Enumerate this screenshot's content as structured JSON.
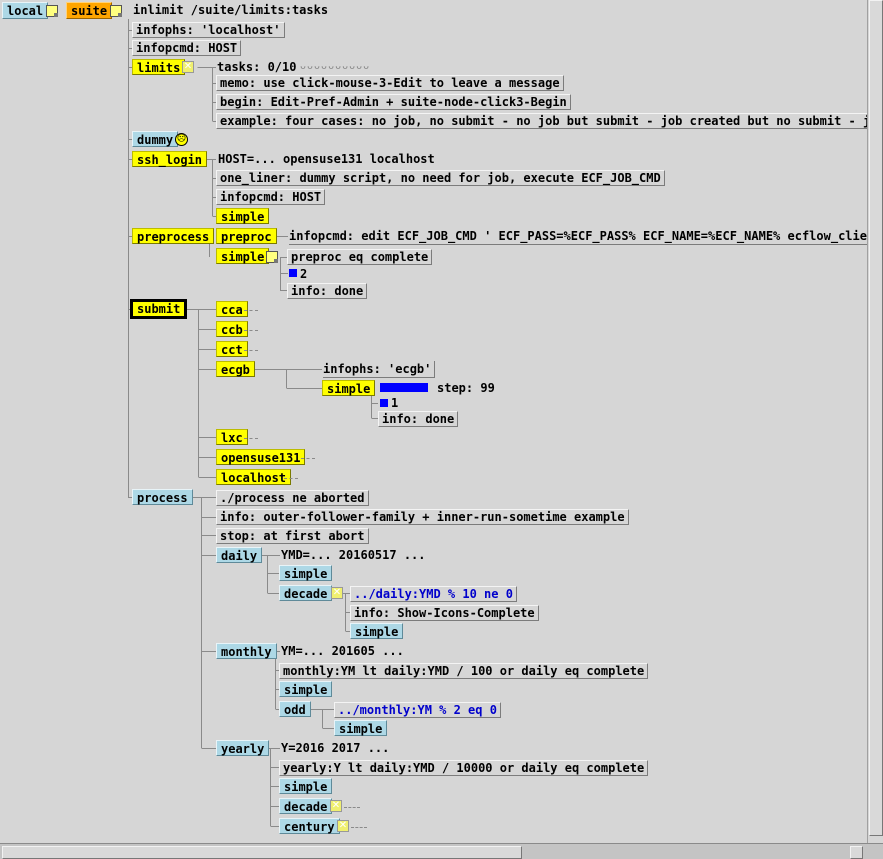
{
  "tree": {
    "local": "local",
    "suite": "suite",
    "inlimit": "inlimit /suite/limits:tasks",
    "infophs": "infophs: 'localhost'",
    "infopcmd": "infopcmd: HOST",
    "limits": "limits",
    "tasks": "tasks: 0/10",
    "memo": "memo: use click-mouse-3-Edit to leave a message",
    "begin": "begin: Edit-Pref-Admin + suite-node-click3-Begin",
    "example": "example: four cases: no job, no submit - no job but submit - job created but no submit - job",
    "dummy": "dummy",
    "ssh_login": "ssh_login",
    "ssh_host": "HOST=... opensuse131 localhost",
    "one_liner": "one_liner: dummy script, no need for job, execute ECF_JOB_CMD",
    "ssh_infopcmd": "infopcmd: HOST",
    "ssh_simple": "simple",
    "preprocess": "preprocess",
    "preproc": "preproc",
    "preproc_infopcmd": "infopcmd: edit ECF_JOB_CMD ' ECF_PASS=%ECF_PASS% ECF_NAME=%ECF_NAME% ecflow_client",
    "pp_simple": "simple",
    "pp_trigger": "preproc eq complete",
    "pp_count": "2",
    "pp_info": "info: done",
    "submit": "submit",
    "cca": "cca",
    "ccb": "ccb",
    "cct": "cct",
    "ecgb": "ecgb",
    "ecgb_infophs": "infophs: 'ecgb'",
    "ecgb_simple": "simple",
    "step": "step: 99",
    "ecgb_count": "1",
    "ecgb_info": "info: done",
    "lxc": "lxc",
    "opensuse131": "opensuse131",
    "localhost": "localhost",
    "process": "process",
    "process_trigger": "./process ne aborted",
    "process_info": "info: outer-follower-family + inner-run-sometime example",
    "stop": "stop: at first abort",
    "daily": "daily",
    "ymd": "YMD=... 20160517 ...",
    "daily_simple": "simple",
    "decade": "decade",
    "decade_trigger": "../daily:YMD % 10 ne 0",
    "decade_info": "info: Show-Icons-Complete",
    "decade_simple": "simple",
    "monthly": "monthly",
    "ym": "YM=... 201605 ...",
    "monthly_trigger": "monthly:YM lt daily:YMD / 100 or daily eq complete",
    "monthly_simple": "simple",
    "odd": "odd",
    "odd_trigger": "../monthly:YM % 2 eq 0",
    "odd_simple": "simple",
    "yearly": "yearly",
    "y": "Y=2016 2017 ...",
    "yearly_trigger": "yearly:Y lt daily:YMD / 10000 or daily eq complete",
    "yearly_simple": "simple",
    "yearly_decade": "decade",
    "century": "century"
  },
  "progress": {
    "step_meter": 1.0,
    "tasks_used": 0,
    "tasks_max": 10
  },
  "colors": {
    "queued": "#add8e6",
    "submitted": "#ffff00",
    "suite_active": "#ffa500",
    "meter": "#0000ff",
    "background": "#d6d6d6"
  },
  "icons": {
    "note": "note-icon",
    "complete": "complete-x-icon",
    "late": "sad-face-icon"
  }
}
